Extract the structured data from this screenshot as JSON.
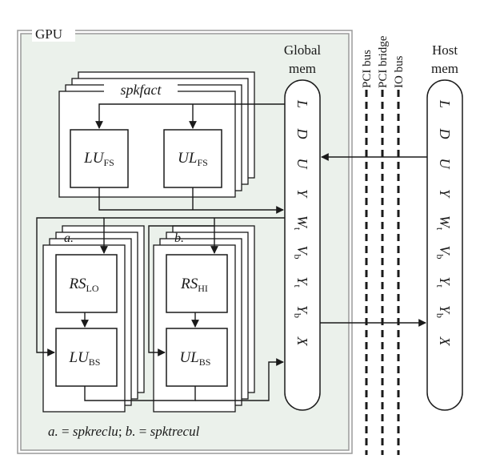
{
  "gpu_label": "GPU",
  "global_mem": {
    "title_line1": "Global",
    "title_line2": "mem"
  },
  "host_mem": {
    "title_line1": "Host",
    "title_line2": "mem"
  },
  "buses": {
    "pci_bus": "PCI bus",
    "pci_bridge": "PCI bridge",
    "io_bus": "IO bus"
  },
  "spkfact": {
    "label": "spkfact"
  },
  "lu_fs": {
    "main": "LU",
    "sub": "FS"
  },
  "ul_fs": {
    "main": "UL",
    "sub": "FS"
  },
  "group_a": {
    "tag": "a.",
    "rs_main": "RS",
    "rs_sub": "LO",
    "bs_main": "LU",
    "bs_sub": "BS"
  },
  "group_b": {
    "tag": "b.",
    "rs_main": "RS",
    "rs_sub": "HI",
    "bs_main": "UL",
    "bs_sub": "BS"
  },
  "footnote": {
    "a": "a.",
    "a_eq": " = ",
    "a_val": "spkreclu",
    "sep": "; ",
    "b": "b.",
    "b_eq": " = ",
    "b_val": "spktrecul"
  },
  "mem_labels": [
    {
      "main": "L",
      "sub": ""
    },
    {
      "main": "D",
      "sub": ""
    },
    {
      "main": "U",
      "sub": ""
    },
    {
      "main": "Y",
      "sub": ""
    },
    {
      "main": "W",
      "sub": "t"
    },
    {
      "main": "V",
      "sub": "b"
    },
    {
      "main": "Y",
      "sub": "t"
    },
    {
      "main": "Y",
      "sub": "b"
    },
    {
      "main": "X",
      "sub": ""
    }
  ],
  "colors": {
    "gpu_fill": "#ebf1eb",
    "gpu_border": "#9a9a9a",
    "line": "#1a1a1a"
  }
}
